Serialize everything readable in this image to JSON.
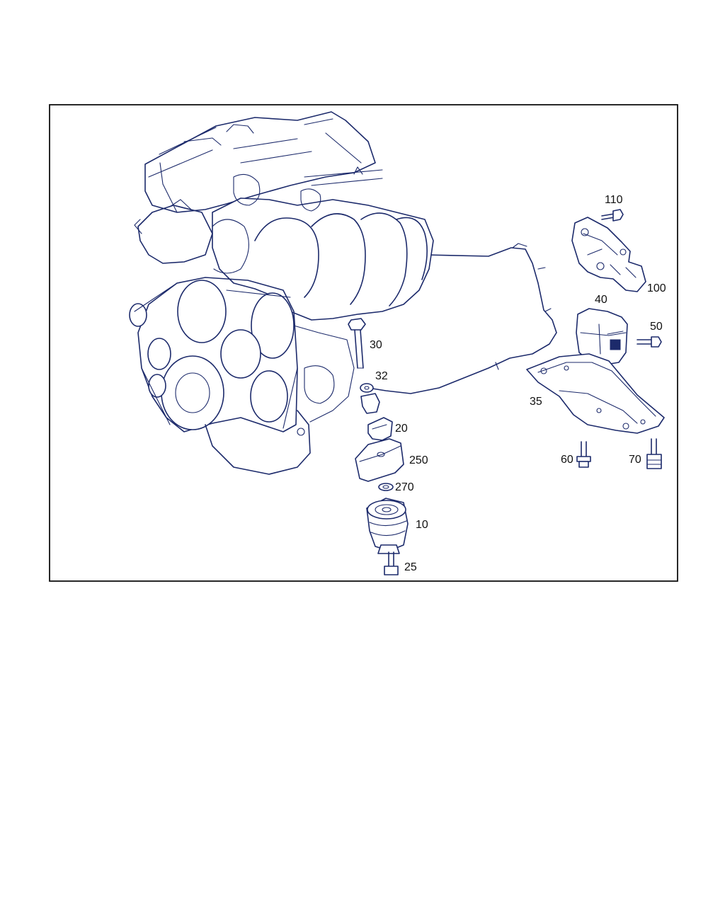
{
  "colors": {
    "line": "#1c2a6b",
    "frame": "#111111",
    "background": "#ffffff"
  },
  "parts": [
    {
      "id": "110",
      "label": "110"
    },
    {
      "id": "100",
      "label": "100"
    },
    {
      "id": "40",
      "label": "40"
    },
    {
      "id": "50",
      "label": "50"
    },
    {
      "id": "30",
      "label": "30"
    },
    {
      "id": "32",
      "label": "32"
    },
    {
      "id": "35",
      "label": "35"
    },
    {
      "id": "20",
      "label": "20"
    },
    {
      "id": "250",
      "label": "250"
    },
    {
      "id": "270",
      "label": "270"
    },
    {
      "id": "60",
      "label": "60"
    },
    {
      "id": "70",
      "label": "70"
    },
    {
      "id": "10",
      "label": "10"
    },
    {
      "id": "25",
      "label": "25"
    }
  ]
}
